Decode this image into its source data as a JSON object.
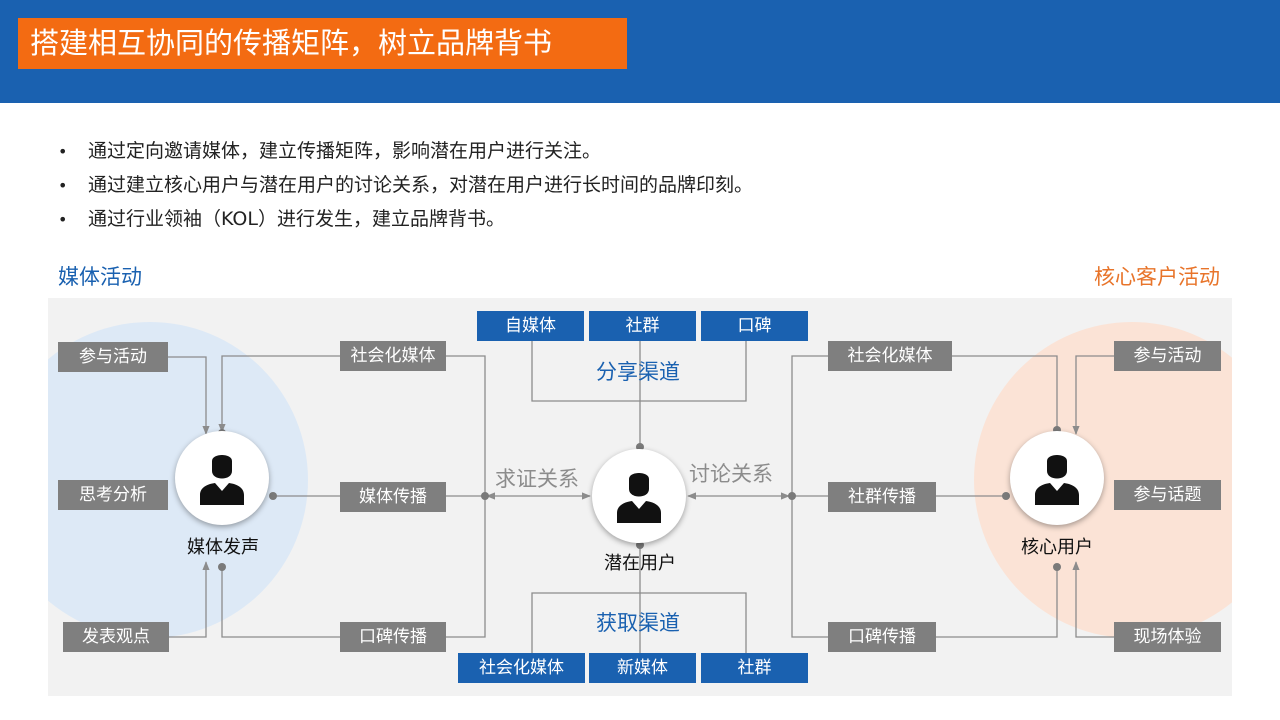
{
  "header": {
    "title": "搭建相互协同的传播矩阵，树立品牌背书",
    "bar_color": "#1a61b0",
    "title_bg": "#f36b12"
  },
  "bullets": [
    "通过定向邀请媒体，建立传播矩阵，影响潜在用户进行关注。",
    "通过建立核心用户与潜在用户的讨论关系，对潜在用户进行长时间的品牌印刻。",
    "通过行业领袖（KOL）进行发生，建立品牌背书。"
  ],
  "bullet_symbol": "•",
  "sections": {
    "media": "媒体活动",
    "core": "核心客户活动"
  },
  "colors": {
    "blue": "#1a61b0",
    "orange": "#e8742a",
    "gray_box": "#7f7f7f",
    "panel": "#f2f2f2",
    "left_circle": "#dde9f6",
    "right_circle": "#fbe3d6"
  },
  "left": {
    "node": "媒体发声",
    "inputs": [
      "参与活动",
      "思考分析",
      "发表观点"
    ],
    "channels": [
      "社会化媒体",
      "媒体传播",
      "口碑传播"
    ]
  },
  "right": {
    "node": "核心用户",
    "inputs": [
      "参与活动",
      "参与话题",
      "现场体验"
    ],
    "channels": [
      "社会化媒体",
      "社群传播",
      "口碑传播"
    ]
  },
  "center": {
    "node": "潜在用户",
    "share_channel": "分享渠道",
    "share_items": [
      "自媒体",
      "社群",
      "口碑"
    ],
    "acquire_channel": "获取渠道",
    "acquire_items": [
      "社会化媒体",
      "新媒体",
      "社群"
    ],
    "left_relation": "求证关系",
    "right_relation": "讨论关系"
  },
  "icons": {
    "person": "person-icon"
  }
}
